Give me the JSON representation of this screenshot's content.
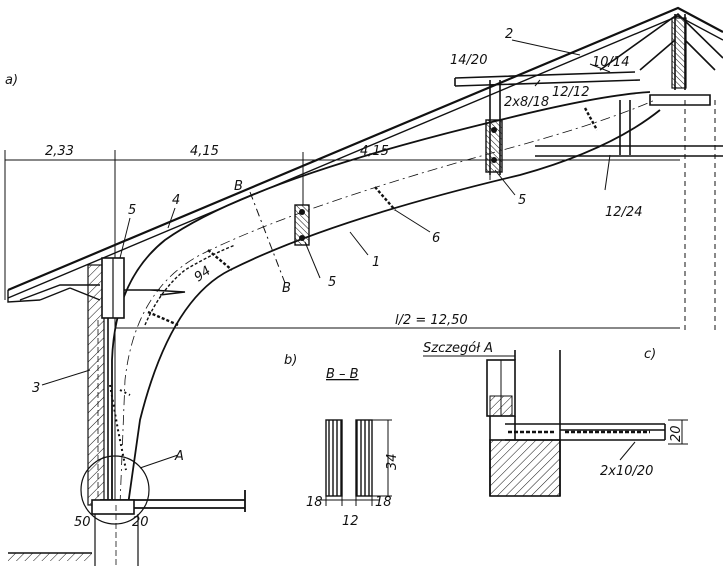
{
  "panel_labels": {
    "a": "a)",
    "b": "b)",
    "c": "c)"
  },
  "dimensions": {
    "left_overhang": "2,33",
    "span_segment_1": "4,15",
    "span_segment_2": "4,15",
    "half_span": "l/2 = 12,50",
    "wall_thickness": "50",
    "bearing": "20",
    "arch_radius": "94"
  },
  "part_numbers": {
    "p1": "1",
    "p2": "2",
    "p3": "3",
    "p4": "4",
    "p5a": "5",
    "p5b": "5",
    "p5c": "5",
    "p6": "6"
  },
  "member_sizes": {
    "purlin_top": "14/20",
    "rafter": "10/14",
    "twin_beam": "2x8/18",
    "small_post": "12/12",
    "tie_beam": "12/24"
  },
  "section_marks": {
    "upper": "B",
    "lower": "B",
    "detail_callout": "A"
  },
  "section_bb": {
    "title": "B – B",
    "height": "34",
    "width_left": "18",
    "width_mid": "12",
    "width_right": "18"
  },
  "detail_a": {
    "title": "Szczegół A",
    "dim_height": "20",
    "beam_size": "2x10/20"
  }
}
